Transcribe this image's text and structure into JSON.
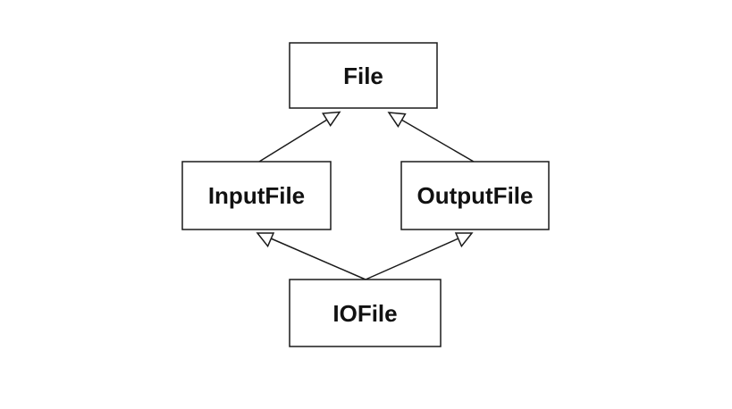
{
  "diagram": {
    "type": "class-inheritance",
    "nodes": [
      {
        "id": "file",
        "label": "File"
      },
      {
        "id": "inputfile",
        "label": "InputFile"
      },
      {
        "id": "outputfile",
        "label": "OutputFile"
      },
      {
        "id": "iofile",
        "label": "IOFile"
      }
    ],
    "edges": [
      {
        "from": "inputfile",
        "to": "file",
        "arrow": "hollow-triangle"
      },
      {
        "from": "outputfile",
        "to": "file",
        "arrow": "hollow-triangle"
      },
      {
        "from": "iofile",
        "to": "inputfile",
        "arrow": "hollow-triangle"
      },
      {
        "from": "iofile",
        "to": "outputfile",
        "arrow": "hollow-triangle"
      }
    ]
  }
}
